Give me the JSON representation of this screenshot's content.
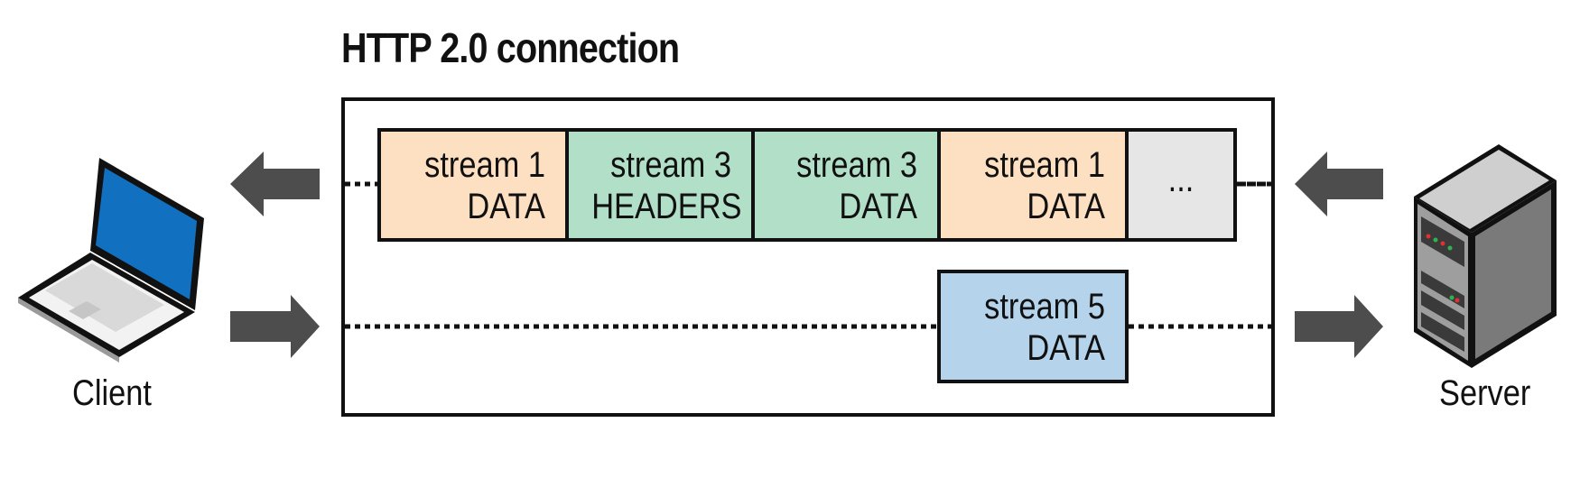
{
  "title": "HTTP 2.0 connection",
  "client_label": "Client",
  "server_label": "Server",
  "frames_row1": [
    {
      "line1": "stream 1",
      "line2": "DATA",
      "color": "#fde0c2"
    },
    {
      "line1": "stream 3",
      "line2": "HEADERS",
      "color": "#b2dfc8"
    },
    {
      "line1": "stream 3",
      "line2": "DATA",
      "color": "#b2dfc8"
    },
    {
      "line1": "stream 1",
      "line2": "DATA",
      "color": "#fde0c2"
    },
    {
      "line1": "...",
      "line2": "",
      "color": "#e6e6e6"
    }
  ],
  "frames_row2": [
    {
      "line1": "stream 5",
      "line2": "DATA",
      "color": "#b5d4eb"
    }
  ],
  "colors": {
    "arrow": "#4d4d4d",
    "laptop_screen": "#1170c0",
    "server_body": "#8f8f8f"
  }
}
